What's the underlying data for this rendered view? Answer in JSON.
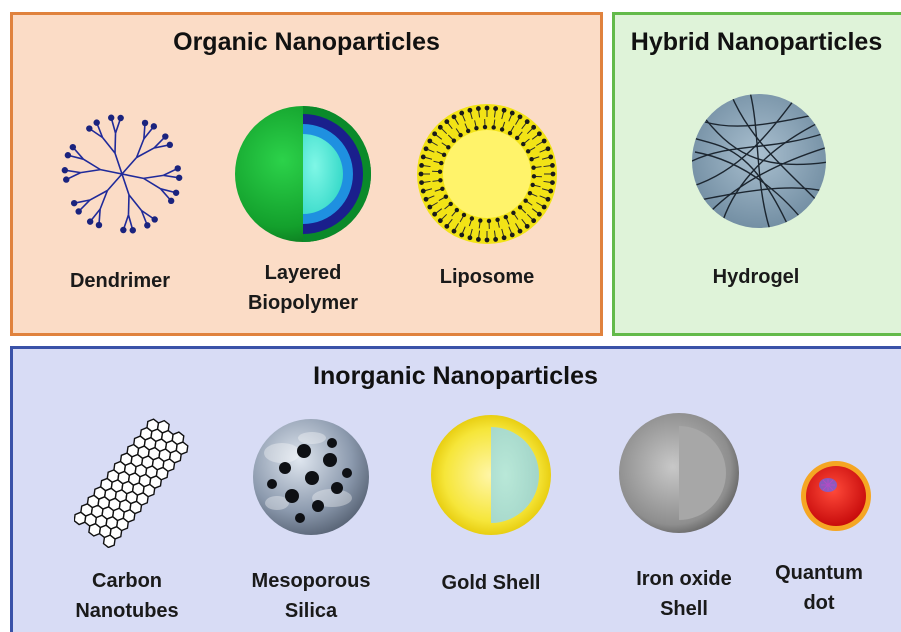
{
  "organic": {
    "title": "Organic Nanoparticles",
    "items": [
      {
        "label": "Dendrimer",
        "icon": "dendrimer-icon"
      },
      {
        "label": "Layered\nBiopolymer",
        "icon": "layered-biopolymer-icon"
      },
      {
        "label": "Liposome",
        "icon": "liposome-icon"
      }
    ]
  },
  "hybrid": {
    "title": "Hybrid Nanoparticles",
    "items": [
      {
        "label": "Hydrogel",
        "icon": "hydrogel-icon"
      }
    ]
  },
  "inorganic": {
    "title": "Inorganic Nanoparticles",
    "items": [
      {
        "label": "Carbon\nNanotubes",
        "icon": "carbon-nanotube-icon"
      },
      {
        "label": "Mesoporous\nSilica",
        "icon": "mesoporous-silica-icon"
      },
      {
        "label": "Gold Shell",
        "icon": "gold-shell-icon"
      },
      {
        "label": "Iron oxide\nShell",
        "icon": "iron-oxide-shell-icon"
      },
      {
        "label": "Quantum\ndot",
        "icon": "quantum-dot-icon"
      }
    ]
  },
  "colors": {
    "organic_bg": "#fbdcc6",
    "organic_border": "#e0823d",
    "hybrid_bg": "#dff3d9",
    "hybrid_border": "#63ba4a",
    "inorganic_bg": "#d8dcf5",
    "inorganic_border": "#3a52a8"
  }
}
